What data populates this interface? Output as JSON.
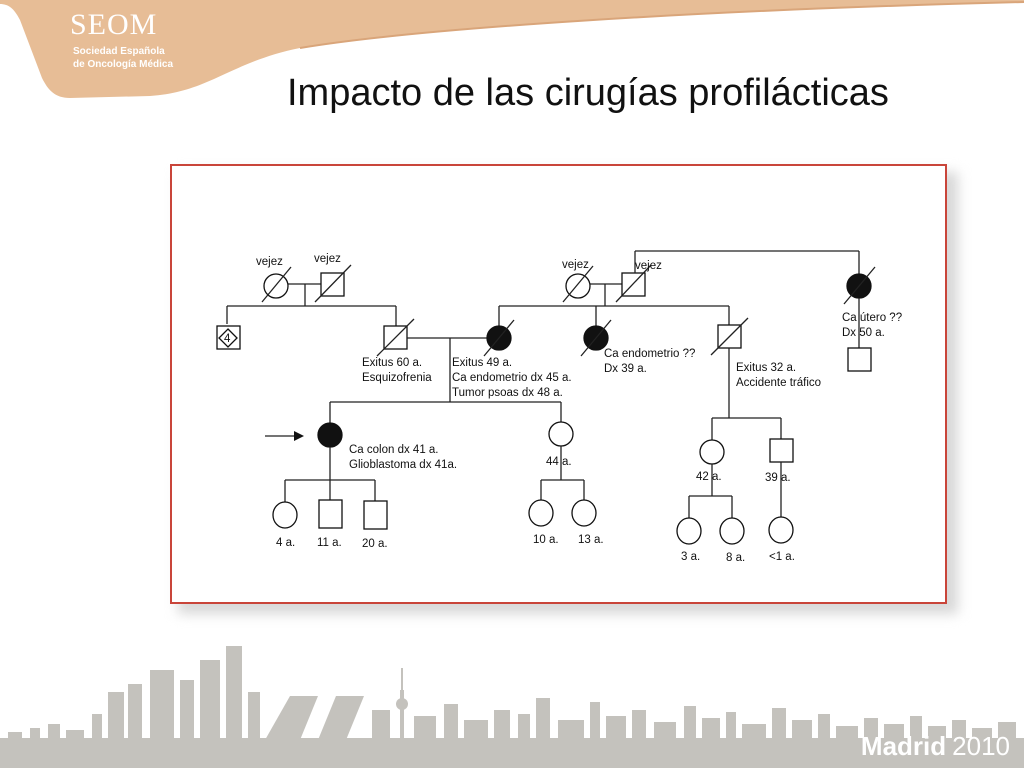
{
  "logo": {
    "name": "SEOM",
    "line1": "Sociedad Española",
    "line2": "de Oncología Médica"
  },
  "title": "Impacto de las cirugías profilácticas",
  "pedigree": {
    "gen1": {
      "left_female_label": "vejez",
      "left_male_label": "vejez",
      "right_female_label": "vejez",
      "right_male_label": "vejez"
    },
    "gen2": {
      "sibling_count": "4",
      "father": {
        "line1": "Exitus 60 a.",
        "line2": "Esquizofrenia"
      },
      "mother": {
        "line1": "Exitus 49 a.",
        "line2": "Ca endometrio dx 45 a.",
        "line3": "Tumor psoas dx 48 a."
      },
      "aunt": {
        "line1": "Ca endometrio ??",
        "line2": "Dx 39 a."
      },
      "uncle": {
        "line1": "Exitus 32 a.",
        "line2": "Accidente tráfico"
      },
      "great_aunt": {
        "line1": "Ca útero ??",
        "line2": "Dx 50 a."
      }
    },
    "gen3": {
      "proband": {
        "line1": "Ca colon dx 41 a.",
        "line2": "Glioblastoma dx 41a."
      },
      "sister_age": "44 a.",
      "cousin_female_age": "42 a.",
      "cousin_male_age": "39 a."
    },
    "gen4": {
      "proband_children": [
        "4 a.",
        "11 a.",
        "20 a."
      ],
      "sister_children": [
        "10 a.",
        "13 a."
      ],
      "cousin_female_children": [
        "3 a.",
        "8 a."
      ],
      "cousin_male_children": [
        "<1 a."
      ]
    }
  },
  "footer": {
    "city": "Madrid",
    "year": "2010"
  },
  "colors": {
    "logo_band": "#e7bd96",
    "frame_border": "#c9453a",
    "skyline": "#c4c2bd"
  }
}
